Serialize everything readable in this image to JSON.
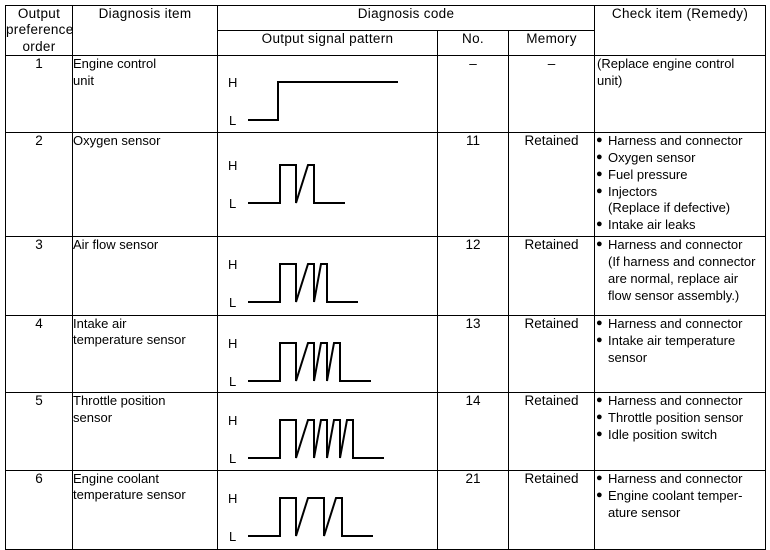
{
  "table": {
    "headers": {
      "order": "Output\npreference\norder",
      "order_lines": [
        "Output",
        "preference",
        "order"
      ],
      "diagnosis_item": "Diagnosis  item",
      "diagnosis_code": "Diagnosis  code",
      "output_signal_pattern": "Output  signal  pattern",
      "no": "No.",
      "memory": "Memory",
      "check_item": "Check  item  (Remedy)"
    },
    "rows": [
      {
        "order": "1",
        "item_lines": [
          "Engine control",
          "unit"
        ],
        "no": "–",
        "memory": "–",
        "check_style": "plain",
        "check_lines": [
          "(Replace engine control",
          "unit)"
        ],
        "waveform": {
          "description": "single rising edge from L to H, stays high",
          "wide_pulses": 0,
          "narrow_pulses": 0,
          "type": "step",
          "high_label": "H",
          "low_label": "L"
        }
      },
      {
        "order": "2",
        "item_lines": [
          "Oxygen sensor"
        ],
        "no": "11",
        "memory": "Retained",
        "check_style": "bullets",
        "check_items": [
          {
            "bullet": true,
            "text": "Harness and connector"
          },
          {
            "bullet": true,
            "text": "Oxygen sensor"
          },
          {
            "bullet": true,
            "text": "Fuel pressure"
          },
          {
            "bullet": true,
            "text": "Injectors"
          },
          {
            "bullet": false,
            "text": "(Replace if defective)"
          },
          {
            "bullet": true,
            "text": "Intake air leaks"
          }
        ],
        "waveform": {
          "description": "1 wide pulse then 1 narrow pulse",
          "wide_pulses": 1,
          "narrow_pulses": 1,
          "type": "pulses",
          "high_label": "H",
          "low_label": "L"
        }
      },
      {
        "order": "3",
        "item_lines": [
          "Air flow sensor"
        ],
        "no": "12",
        "memory": "Retained",
        "check_style": "bullets",
        "check_items": [
          {
            "bullet": true,
            "text": "Harness and connector"
          },
          {
            "bullet": false,
            "text": "(If harness and connector"
          },
          {
            "bullet": false,
            "text": "are normal, replace air"
          },
          {
            "bullet": false,
            "text": "flow sensor assembly.)"
          }
        ],
        "waveform": {
          "description": "1 wide pulse then 2 narrow pulses",
          "wide_pulses": 1,
          "narrow_pulses": 2,
          "type": "pulses",
          "high_label": "H",
          "low_label": "L"
        }
      },
      {
        "order": "4",
        "item_lines": [
          "Intake air",
          "temperature sensor"
        ],
        "no": "13",
        "memory": "Retained",
        "check_style": "bullets",
        "check_items": [
          {
            "bullet": true,
            "text": "Harness and connector"
          },
          {
            "bullet": true,
            "text": "Intake air temperature"
          },
          {
            "bullet": false,
            "text": "sensor"
          }
        ],
        "waveform": {
          "description": "1 wide pulse then 3 narrow pulses",
          "wide_pulses": 1,
          "narrow_pulses": 3,
          "type": "pulses",
          "high_label": "H",
          "low_label": "L"
        }
      },
      {
        "order": "5",
        "item_lines": [
          "Throttle position",
          "sensor"
        ],
        "no": "14",
        "memory": "Retained",
        "check_style": "bullets",
        "check_items": [
          {
            "bullet": true,
            "text": "Harness and connector"
          },
          {
            "bullet": true,
            "text": "Throttle position sensor"
          },
          {
            "bullet": true,
            "text": "Idle position switch"
          }
        ],
        "waveform": {
          "description": "1 wide pulse then 4 narrow pulses",
          "wide_pulses": 1,
          "narrow_pulses": 4,
          "type": "pulses",
          "high_label": "H",
          "low_label": "L"
        }
      },
      {
        "order": "6",
        "item_lines": [
          "Engine coolant",
          "temperature sensor"
        ],
        "no": "21",
        "memory": "Retained",
        "check_style": "bullets",
        "check_items": [
          {
            "bullet": true,
            "text": "Harness and connector"
          },
          {
            "bullet": true,
            "text": "Engine coolant temper-"
          },
          {
            "bullet": false,
            "text": "ature sensor"
          }
        ],
        "waveform": {
          "description": "2 wide pulses then 1 narrow pulse",
          "wide_pulses": 2,
          "narrow_pulses": 1,
          "type": "pulses",
          "high_label": "H",
          "low_label": "L"
        }
      }
    ]
  },
  "colors": {
    "ink": "#000000",
    "paper": "#ffffff"
  }
}
